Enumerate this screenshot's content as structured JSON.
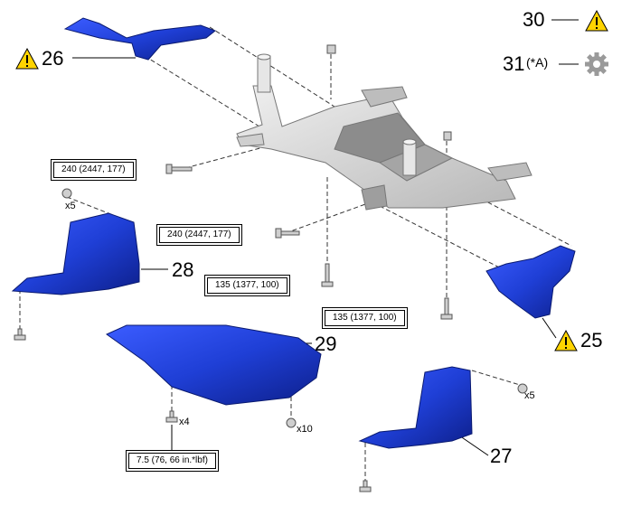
{
  "legend": {
    "caution_number": "30",
    "tool_number": "31",
    "tool_note": "(*A)",
    "caution_icon": "warning-triangle-icon",
    "tool_icon": "gear-icon"
  },
  "parts": {
    "arm_left": "26",
    "arm_right": "25",
    "cover_left": "28",
    "under_cover": "29",
    "cover_right": "27"
  },
  "torques": {
    "t1": "240 (2447, 177)",
    "t2": "240 (2447, 177)",
    "t3": "135 (1377, 100)",
    "t4": "135 (1377, 100)",
    "t5": "7.5 (76, 66 in.*lbf)"
  },
  "quantities": {
    "clips_left": "x5",
    "clips_right": "x5",
    "bolts_center": "x4",
    "clips_center": "x10"
  },
  "colors": {
    "part_blue": "#1f3fd6",
    "part_blue_dark": "#0d1f8a",
    "frame_gray": "#d9d9d9",
    "frame_dark": "#8a8a8a",
    "caution_yellow": "#ffd400",
    "gear_gray": "#9a9a9a"
  }
}
